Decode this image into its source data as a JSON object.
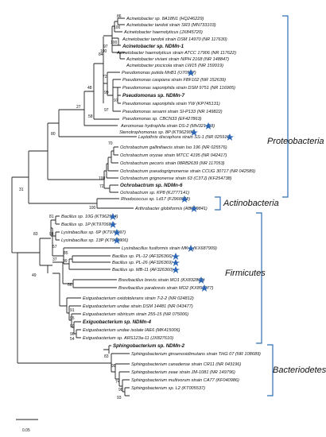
{
  "taxa": [
    "Acinetobacter sp. 8A18N1 (HQ246229)",
    "Acinetobacter tandoii strain SR3 (MN733103)",
    "Acinetobacter haemolyticus (JX845720)",
    "Acinetobacter tandoii strain DSM 14970 (NR 117630)",
    "Acinetobacter sp. NDMn-1",
    "Acinetobacter haemolyticus strain ATCC 17906 (NR 117622)",
    "Acinetobacter viviani strain NIPH 2168 (NR 148847)",
    "Acinetobacter piscicola strain LW15 (NR 159919)",
    "Pseudomonas putida MnB1 (U70977)",
    "Pseudomonas caspiana strain FBF102 (NR 152639)",
    "Pseudomonas saponiphila strain DSM 9751 (NR 116905)",
    "Pseudomonas sp. NDMn-7",
    "Pseudomonas saponiphila strain YW (KP745131)",
    "Pseudomonas sesami strain SI-P133 (NR 149822)",
    "Pseudomonas sp. CBCN33 (EF427863)",
    "Aeromonas hydrophila strain DS-2 (MH321453)",
    "Stenotrophomonas sp. 8P (KT962905)",
    "Leptothrix discophora strain SS-1 (NR 025916)",
    "Ochrobactrum gallinifaecis strain Iso 196 (NR 025576)",
    "Ochrobactrum oryzae strain MTCC 4195 (NR 042417)",
    "Ochrobactrum pecoris strain 08RB2639 (NR 117053)",
    "Ochrobactrum pseudogrignonense strain CCUG 30717 (NR 042589)",
    "Ochrobactrum grignonense strain 63 (C3TJ) (KF254738)",
    "Ochrobactrum sp. NDMn-6",
    "Ochrobactrum sp. KP8 (KJ777141)",
    "Rhodococcus sp. Ld17 (FJ966942)",
    "Arthrobacter globiformis (AB089841)",
    "Bacillus sp. 10G (KT962904)",
    "Bacillus sp. 1P (KT970681)",
    "Lysinibacillus sp. 6P (KT970697)",
    "Lysinibacillus sp. 13P (KT962906)",
    "Lysinibacillus fusiformis strain MK-1 (KX687909)",
    "Bacillus sp. PL-12 (AF326366)",
    "Bacillus sp. PL-26 (AF326369)",
    "Bacillus sp. MB-11 (AF326360)",
    "Brevibacillus brevis strain MO1 (KX832899)",
    "Brevibacillus parabrevis strain MO2 (KX853077)",
    "Exiguobacterium oxidotolerans strain T-2-2 (NR 024812)",
    "Exiguobacterium undae strain DSM 14481 (NR 043477)",
    "Exiguobacterium sibiricum strain 255-15 (NR 075006)",
    "Exiguobacterium sp. NDMn-4",
    "Exiguobacterium undae isolate IAE6 (MK415006)",
    "Exiguobacterium sp. ARS123a-11 (JX827610)",
    "Sphingobacterium sp. NDMn-2",
    "Sphingobacterium ginsenosidimutans strain THG 07 (NR 108689)",
    "Sphingobacterium canadense strain CR11 (NR 043196)",
    "Sphingobacterium zeae strain JM-1081 (NR 149796)",
    "Sphingobacterium multivorum strain CA77 (KF040986)",
    "Sphingobacterium sp. L2 (KT005537)"
  ],
  "bold_taxa": [
    4,
    11,
    23,
    40,
    43
  ],
  "starred_taxa": [
    8,
    15,
    16,
    17,
    25,
    26,
    27,
    28,
    29,
    30,
    31,
    32,
    33,
    34,
    35,
    36
  ],
  "bootstrap_values": [
    "86",
    "100",
    "100",
    "84",
    "48",
    "72",
    "99",
    "97",
    "97",
    "27",
    "58",
    "80",
    "70",
    "100",
    "72",
    "31",
    "81",
    "83",
    "57",
    "85",
    "99",
    "37",
    "66",
    "49",
    "91",
    "95",
    "90",
    "96",
    "54",
    "83",
    "99",
    "74",
    "98",
    "93",
    "100",
    "100",
    "97",
    "98"
  ],
  "groups": [
    "Proteobacteria",
    "Actinobacteria",
    "Firmicutes",
    "Bacteriodetes"
  ],
  "scale_label": "0.05",
  "colors": {
    "bracket": "#2e6fb6",
    "star": "#2d67b5",
    "branch": "#222222"
  }
}
